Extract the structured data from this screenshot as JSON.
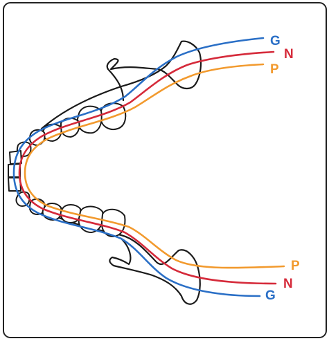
{
  "diagram": {
    "labels": {
      "g_upper": "G",
      "n_upper": "N",
      "p_upper": "P",
      "p_lower": "P",
      "n_lower": "N",
      "g_lower": "G"
    },
    "colors": {
      "G": "#2a6fc6",
      "N": "#d52a3a",
      "P": "#f29a2e",
      "outline": "#1a1a1a",
      "frame": "#222222"
    }
  }
}
